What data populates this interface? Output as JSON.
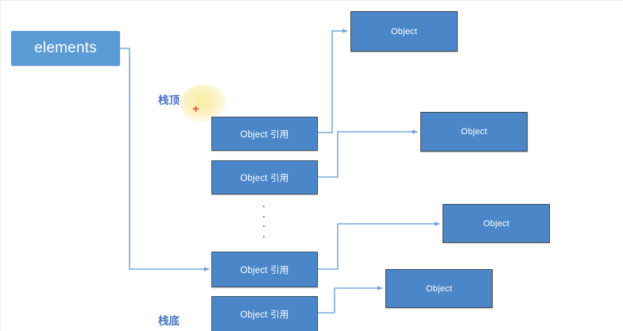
{
  "diagram": {
    "title": "Stack elements array referencing Object instances",
    "background": "#ffffff",
    "colors": {
      "box_fill": "#4a86c8",
      "elements_fill": "#5b9bd5",
      "box_border": "#3d4a56",
      "connector": "#7aa9dd",
      "label_text": "#4472c4",
      "marker": "#e8553a",
      "highlight": "#faec9f"
    },
    "root": {
      "label": "elements",
      "name": "elements-box"
    },
    "annotations": [
      {
        "name": "stack-top-label",
        "text": "栈顶"
      },
      {
        "name": "stack-bottom-label",
        "text": "栈底"
      },
      {
        "name": "plus-marker",
        "text": "+"
      }
    ],
    "stack_cells": [
      {
        "label": "Object 引用",
        "index": 0
      },
      {
        "label": "Object 引用",
        "index": 1
      },
      {
        "label": "Object 引用",
        "index": 2
      },
      {
        "label": "Object 引用",
        "index": 3
      }
    ],
    "ellipsis": {
      "name": "vertical-ellipsis",
      "dot_count": 4
    },
    "objects": [
      {
        "label": "Object",
        "index": 0
      },
      {
        "label": "Object",
        "index": 1
      },
      {
        "label": "Object",
        "index": 2
      },
      {
        "label": "Object",
        "index": 3
      }
    ]
  }
}
